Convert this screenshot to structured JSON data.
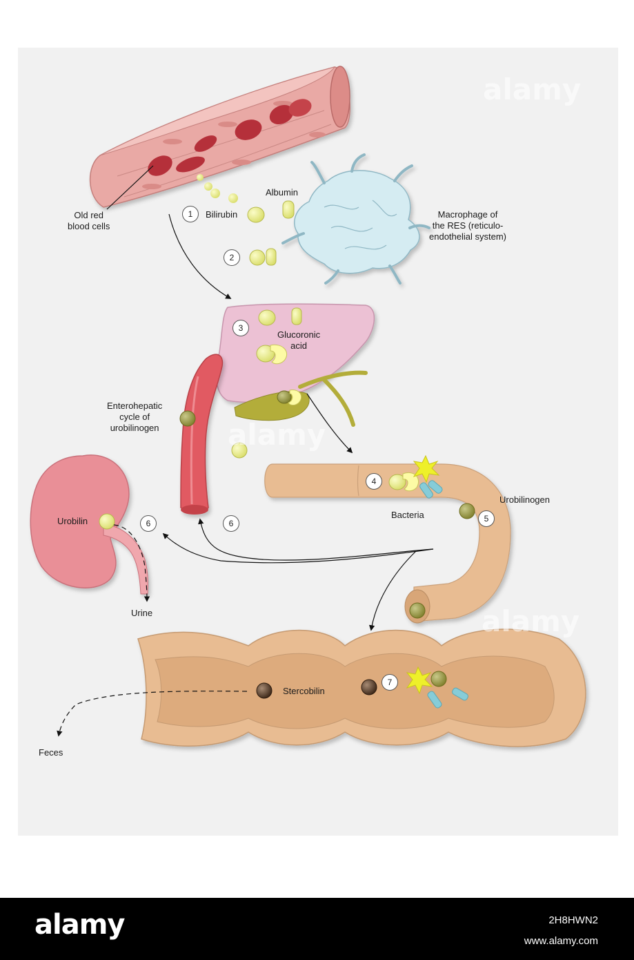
{
  "labels": {
    "old_rbc": "Old red\nblood cells",
    "bilirubin": "Bilirubin",
    "albumin": "Albumin",
    "macrophage": "Macrophage of\nthe RES (reticulo-\nendothelial system)",
    "glucoronic": "Glucoronic\nacid",
    "enterohepatic": "Enterohepatic\ncycle of\nurobilinogen",
    "urobilinogen": "Urobilinogen",
    "bacteria": "Bacteria",
    "urobilin": "Urobilin",
    "urine": "Urine",
    "stercobilin": "Stercobilin",
    "feces": "Feces"
  },
  "steps": {
    "s1": "1",
    "s2": "2",
    "s3": "3",
    "s4": "4",
    "s5": "5",
    "s6a": "6",
    "s6b": "6",
    "s7": "7"
  },
  "watermark": "alamy",
  "footer": {
    "brand": "alamy",
    "image_id": "2H8HWN2",
    "site": "www.alamy.com"
  },
  "colors": {
    "vessel": "#e7a3a0",
    "red_cell": "#b5303a",
    "macrophage": "#d5ecf2",
    "liver": "#ecc1d4",
    "gallbladder": "#b3ad3a",
    "intestine": "#e8bc92",
    "kidney": "#e98f97",
    "bilirubin": "#e7eb8a",
    "urobilinogen": "#9c9c47",
    "stercobilin": "#5e4330",
    "bacteria": "#86ccd8",
    "burst": "#eef02a"
  }
}
